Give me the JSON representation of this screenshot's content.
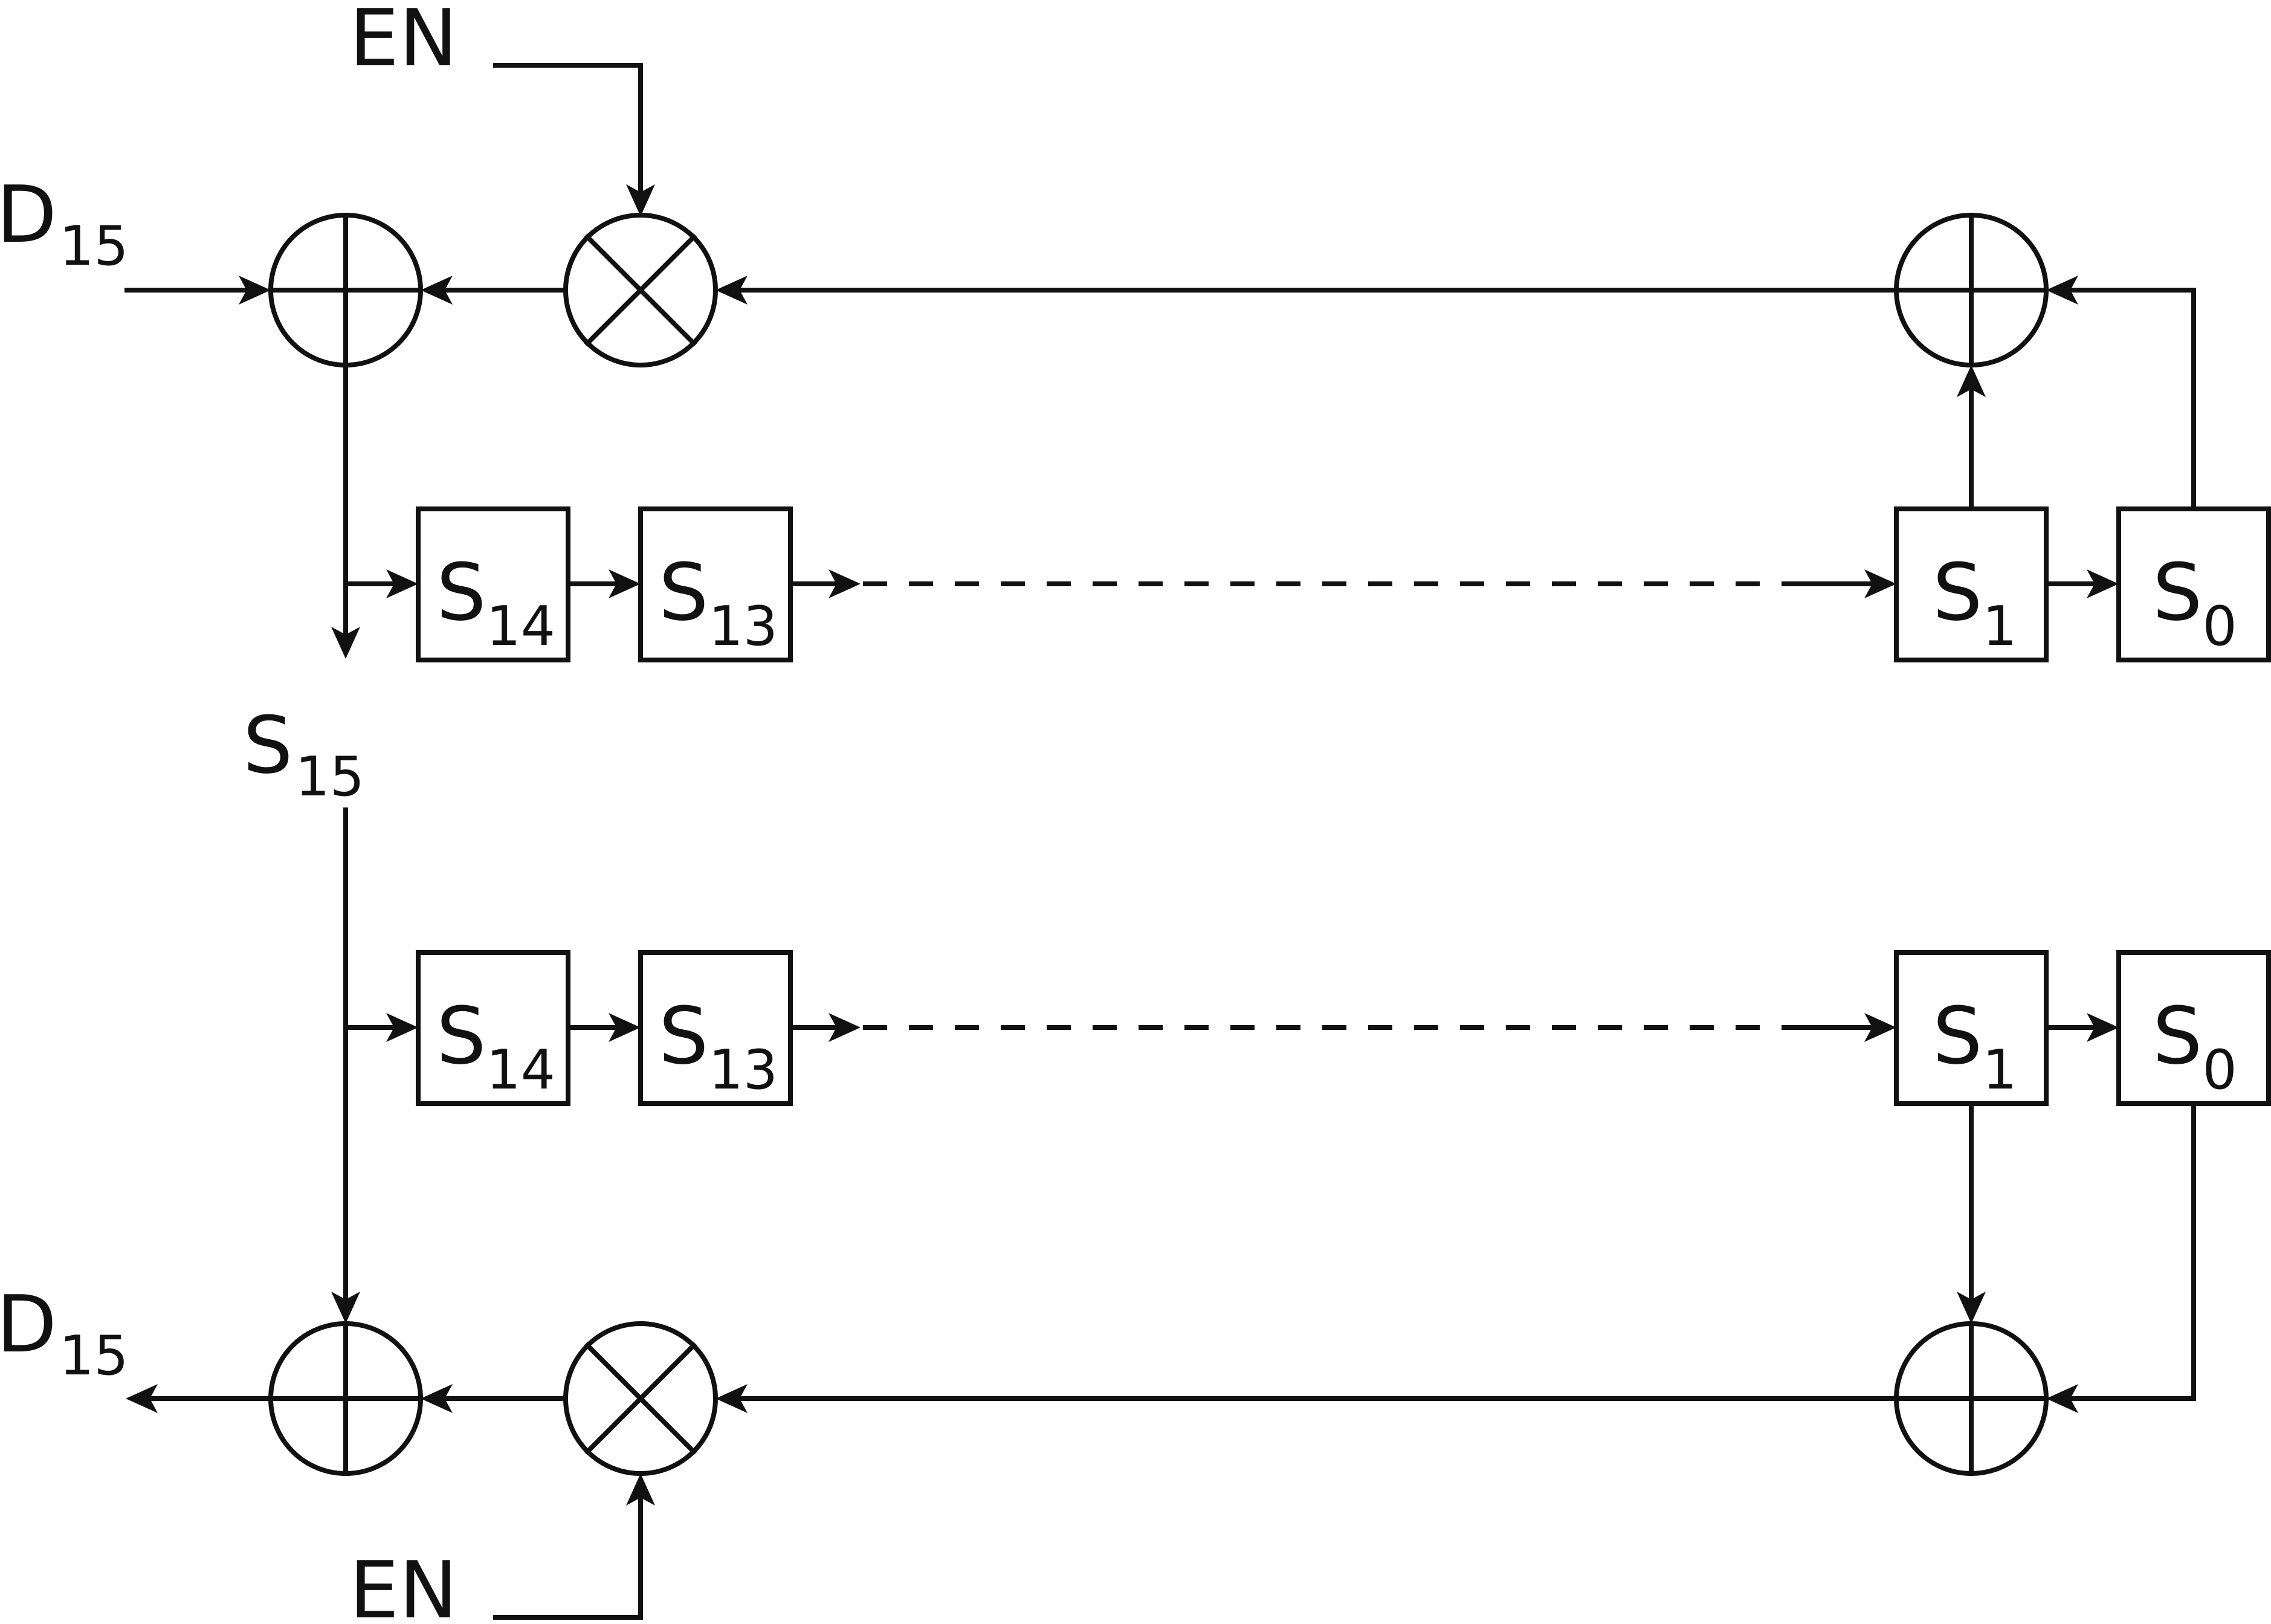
{
  "diagram": {
    "encoder": {
      "enable_label": "EN",
      "input_label": {
        "main": "D",
        "sub": "15"
      },
      "output_label": {
        "main": "S",
        "sub": "15"
      },
      "xor_left": "xor",
      "and_gate": "and",
      "xor_right": "xor"
    },
    "decoder": {
      "enable_label": "EN",
      "output_label": {
        "main": "D",
        "sub": "15"
      },
      "xor_left": "xor",
      "and_gate": "and",
      "xor_right": "xor"
    },
    "registers": [
      {
        "main": "S",
        "sub": "14"
      },
      {
        "main": "S",
        "sub": "13"
      },
      {
        "main": "S",
        "sub": "1"
      },
      {
        "main": "S",
        "sub": "0"
      }
    ]
  }
}
